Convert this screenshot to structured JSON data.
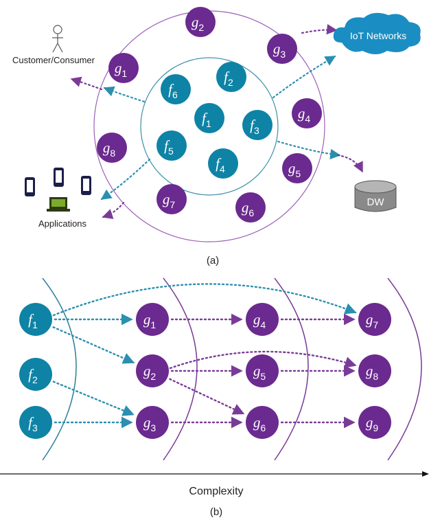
{
  "colors": {
    "teal": "#0e83a6",
    "purple": "#6a2a8f",
    "dot_teal": "#2a8fb0",
    "dot_purple": "#7a3b98",
    "outer_circle": "#9b5fb6",
    "inner_circle": "#3b8da6",
    "cloud": "#1a8ec2",
    "db": "#8a8a8a"
  },
  "panel_a": {
    "caption": "(a)",
    "customer_label": "Customer/Consumer",
    "applications_label": "Applications",
    "iot_label": "IoT Networks",
    "dw_label": "DW",
    "f_nodes": [
      {
        "id": "f1",
        "letter": "f",
        "sub": "1"
      },
      {
        "id": "f2",
        "letter": "f",
        "sub": "2"
      },
      {
        "id": "f3",
        "letter": "f",
        "sub": "3"
      },
      {
        "id": "f4",
        "letter": "f",
        "sub": "4"
      },
      {
        "id": "f5",
        "letter": "f",
        "sub": "5"
      },
      {
        "id": "f6",
        "letter": "f",
        "sub": "6"
      }
    ],
    "g_nodes": [
      {
        "id": "g1",
        "letter": "g",
        "sub": "1"
      },
      {
        "id": "g2",
        "letter": "g",
        "sub": "2"
      },
      {
        "id": "g3",
        "letter": "g",
        "sub": "3"
      },
      {
        "id": "g4",
        "letter": "g",
        "sub": "4"
      },
      {
        "id": "g5",
        "letter": "g",
        "sub": "5"
      },
      {
        "id": "g6",
        "letter": "g",
        "sub": "6"
      },
      {
        "id": "g7",
        "letter": "g",
        "sub": "7"
      },
      {
        "id": "g8",
        "letter": "g",
        "sub": "8"
      }
    ]
  },
  "panel_b": {
    "caption": "(b)",
    "axis_label": "Complexity",
    "f_nodes": [
      {
        "id": "f1",
        "letter": "f",
        "sub": "1"
      },
      {
        "id": "f2",
        "letter": "f",
        "sub": "2"
      },
      {
        "id": "f3",
        "letter": "f",
        "sub": "3"
      }
    ],
    "g_nodes": [
      {
        "id": "g1",
        "letter": "g",
        "sub": "1"
      },
      {
        "id": "g2",
        "letter": "g",
        "sub": "2"
      },
      {
        "id": "g3",
        "letter": "g",
        "sub": "3"
      },
      {
        "id": "g4",
        "letter": "g",
        "sub": "4"
      },
      {
        "id": "g5",
        "letter": "g",
        "sub": "5"
      },
      {
        "id": "g6",
        "letter": "g",
        "sub": "6"
      },
      {
        "id": "g7",
        "letter": "g",
        "sub": "7"
      },
      {
        "id": "g8",
        "letter": "g",
        "sub": "8"
      },
      {
        "id": "g9",
        "letter": "g",
        "sub": "9"
      }
    ],
    "edges": [
      {
        "from": "f1",
        "to": "g1",
        "color": "teal"
      },
      {
        "from": "f1",
        "to": "g2",
        "color": "teal"
      },
      {
        "from": "f1",
        "to": "g7",
        "color": "teal"
      },
      {
        "from": "f2",
        "to": "g3",
        "color": "teal"
      },
      {
        "from": "f3",
        "to": "g3",
        "color": "teal"
      },
      {
        "from": "g1",
        "to": "g4",
        "color": "purple"
      },
      {
        "from": "g4",
        "to": "g7",
        "color": "purple"
      },
      {
        "from": "g2",
        "to": "g5",
        "color": "purple"
      },
      {
        "from": "g2",
        "to": "g6",
        "color": "purple"
      },
      {
        "from": "g2",
        "to": "g8",
        "color": "purple"
      },
      {
        "from": "g5",
        "to": "g8",
        "color": "purple"
      },
      {
        "from": "g3",
        "to": "g6",
        "color": "purple"
      },
      {
        "from": "g6",
        "to": "g9",
        "color": "purple"
      }
    ]
  }
}
